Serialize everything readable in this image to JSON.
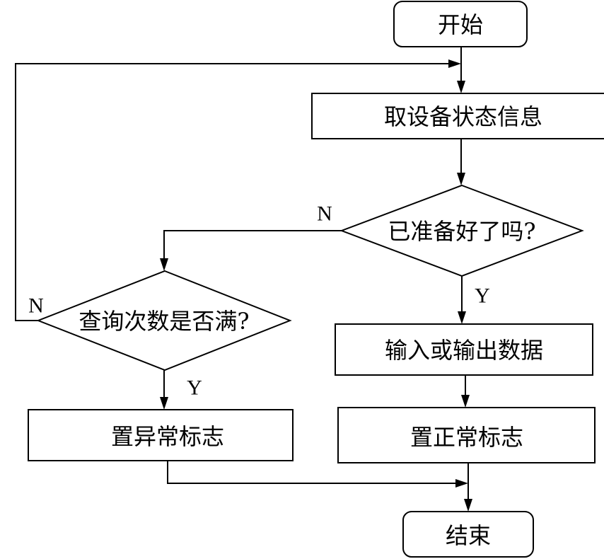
{
  "nodes": {
    "start": "开始",
    "get_status": "取设备状态信息",
    "ready_check": "已准备好了吗?",
    "count_check": "查询次数是否满?",
    "io_data": "输入或输出数据",
    "set_error": "置异常标志",
    "set_normal": "置正常标志",
    "end": "结束"
  },
  "branches": {
    "ready_no": "N",
    "ready_yes": "Y",
    "count_no": "N",
    "count_yes": "Y"
  }
}
